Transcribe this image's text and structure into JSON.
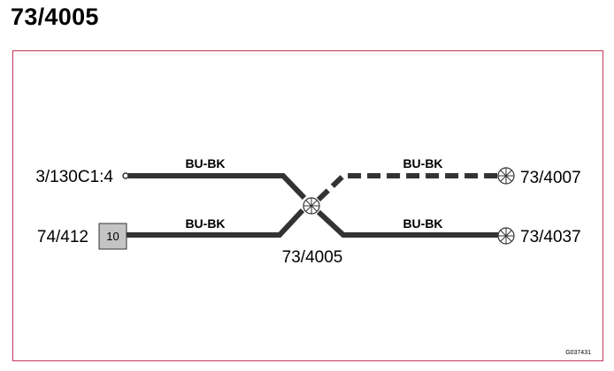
{
  "title": "73/4005",
  "left_connectors": {
    "top": "3/130C1:4",
    "bottom": "74/412",
    "bottom_pin": "10"
  },
  "right_connectors": {
    "top": "73/4007",
    "bottom": "73/4037"
  },
  "splice_label": "73/4005",
  "wires": {
    "top_left": "BU-BK",
    "bottom_left": "BU-BK",
    "top_right": "BU-BK",
    "bottom_right": "BU-BK"
  },
  "figure_ref": "G037431",
  "colors": {
    "frame": "#c8355a",
    "wire": "#333333",
    "pin_box": "#c4c4c4"
  }
}
